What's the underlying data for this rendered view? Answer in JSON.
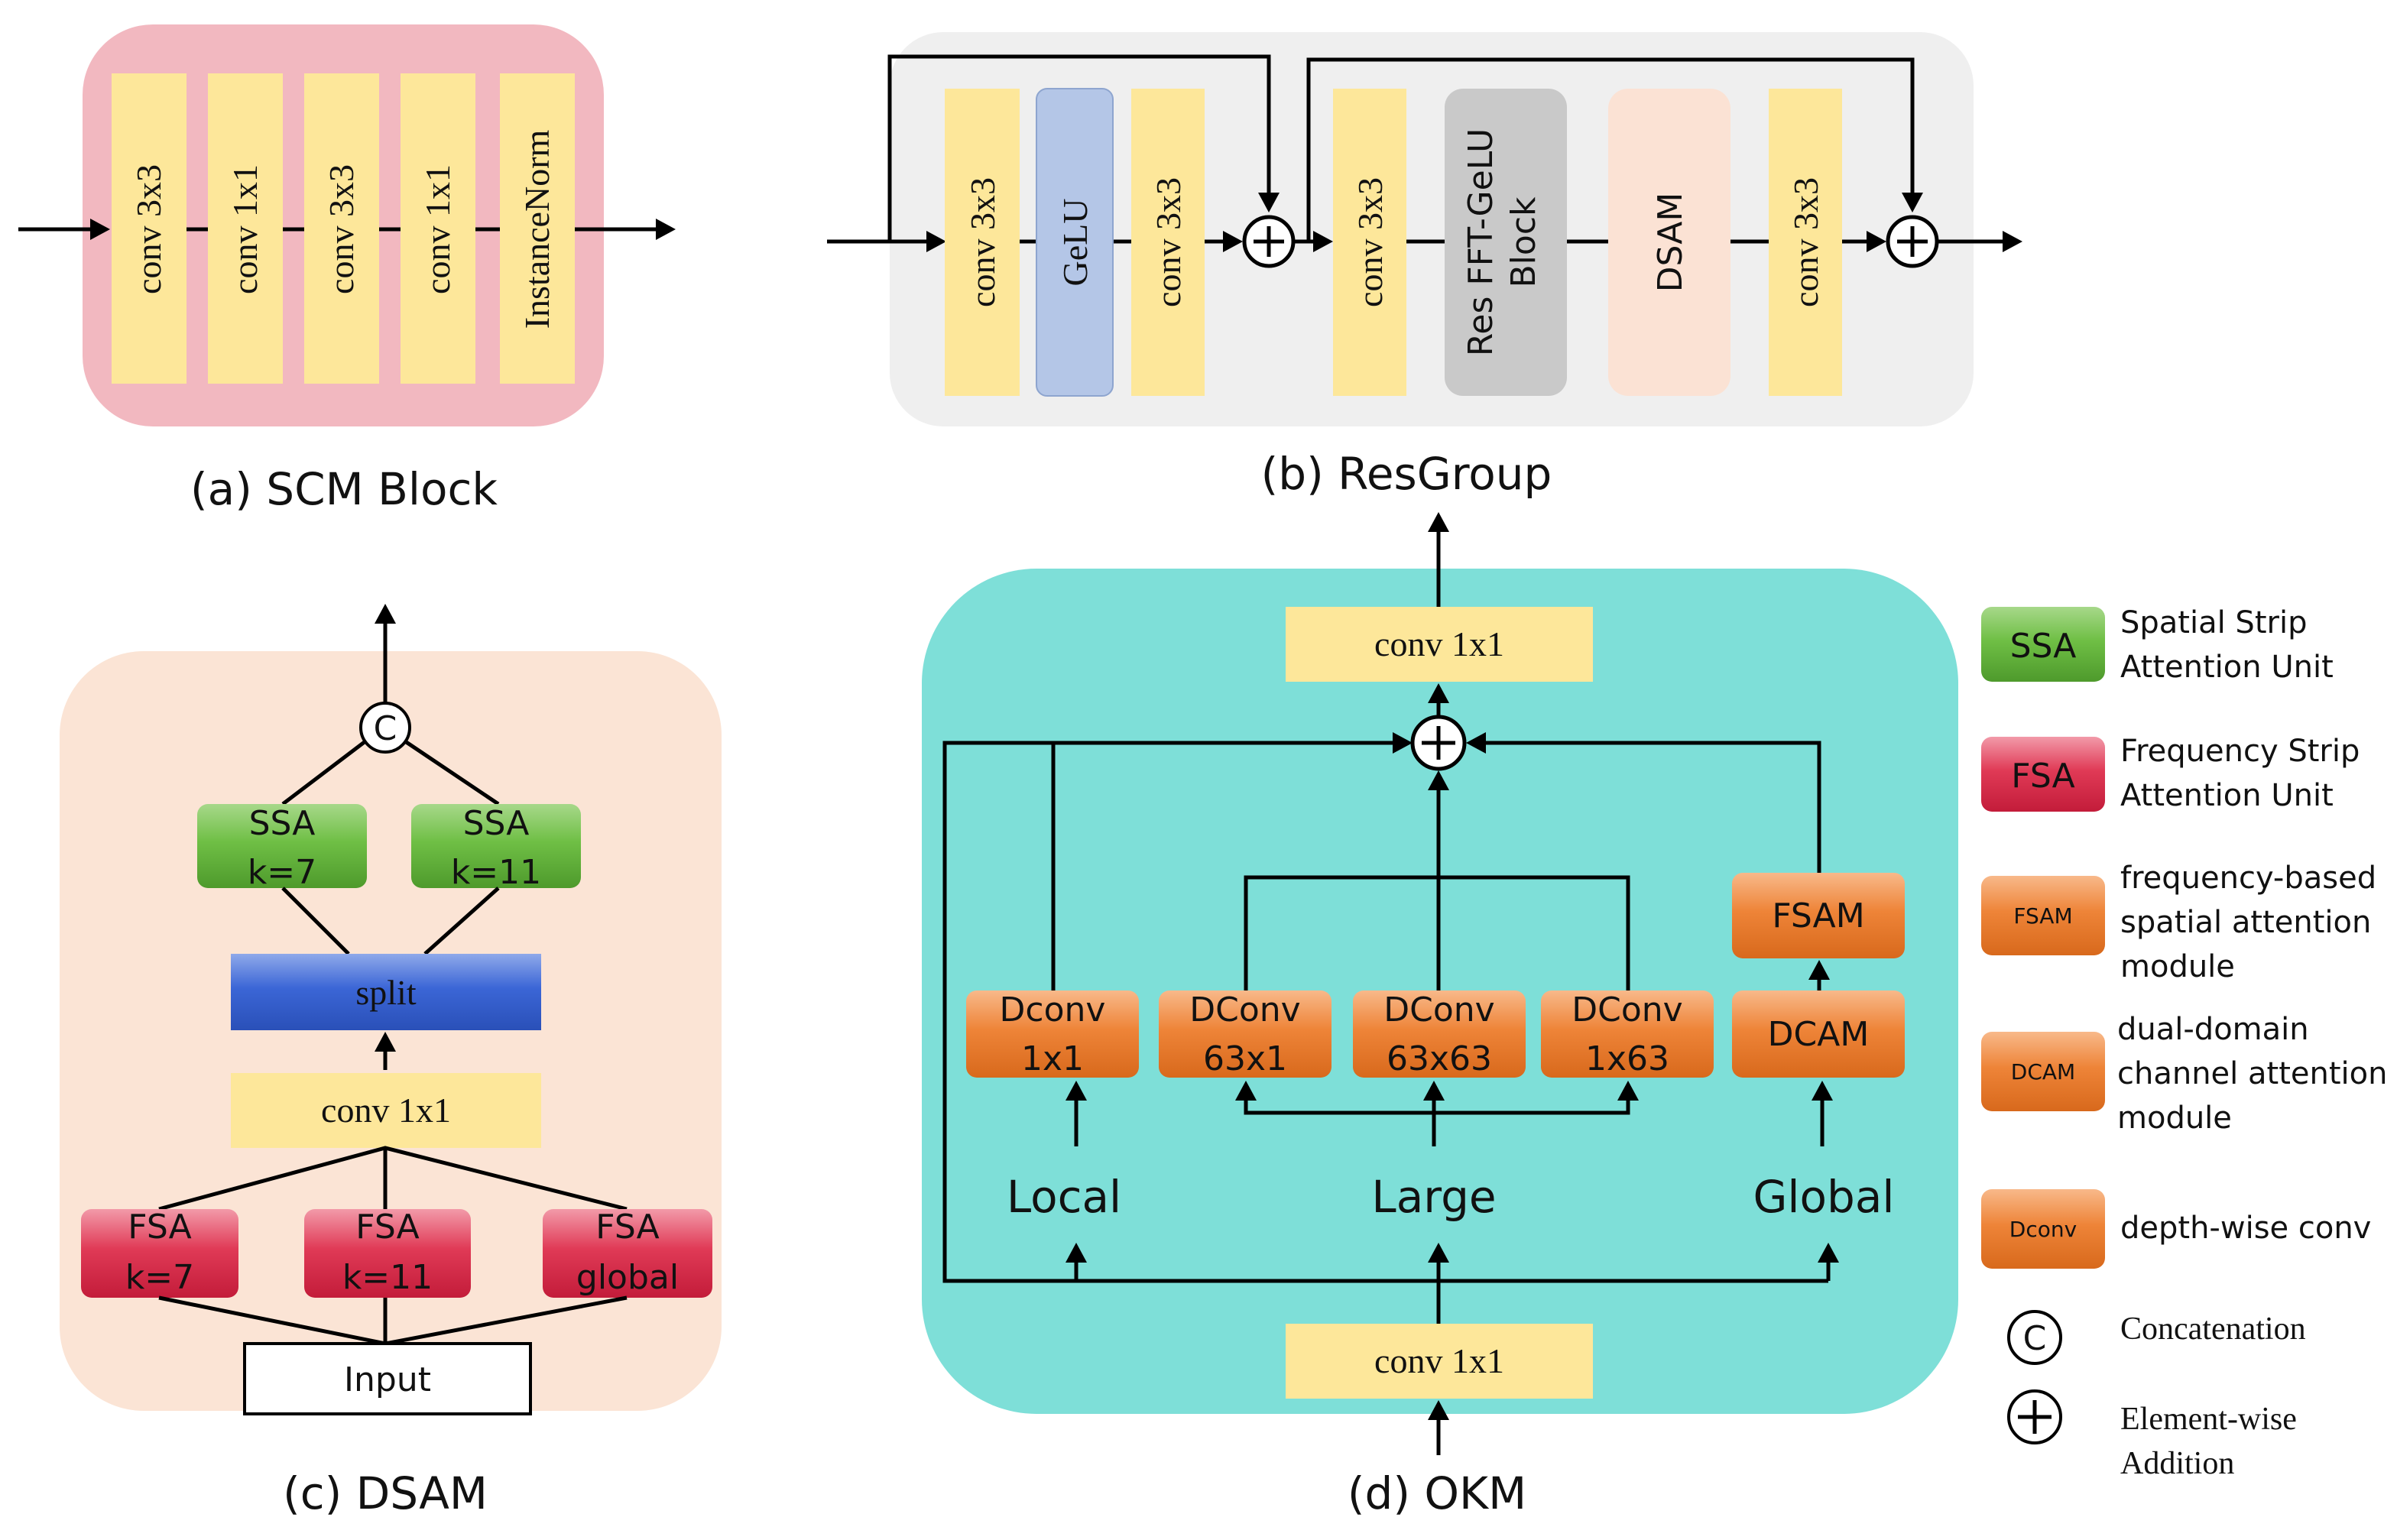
{
  "colors": {
    "yellow": "#fde79a",
    "pink_bg": "#f2b8c0",
    "gray_bg": "#efefef",
    "gelu": "#b4c6e7",
    "resfft": "#c9c9c9",
    "dsam_box": "#fbe2d4",
    "dsam_bg": "#fbe4d5",
    "okm_bg": "#7edfd8",
    "green": "#5eab3a",
    "red": "#d12a45",
    "orange": "#e8782a",
    "blue": "#2f5cc8"
  },
  "scm": {
    "caption": "(a) SCM Block",
    "layers": [
      "conv 3x3",
      "conv 1x1",
      "conv 3x3",
      "conv 1x1",
      "InstanceNorm"
    ]
  },
  "resgroup": {
    "caption": "(b) ResGroup",
    "first": [
      "conv 3x3",
      "GeLU",
      "conv 3x3"
    ],
    "second": {
      "conv_a": "conv 3x3",
      "resfft": [
        "Res FFT-GeLU",
        "Block"
      ],
      "dsam": "DSAM",
      "conv_b": "conv 3x3"
    }
  },
  "dsam": {
    "caption": "(c) DSAM",
    "concat_symbol": "C",
    "ssa": [
      {
        "name": "SSA",
        "k": "k=7"
      },
      {
        "name": "SSA",
        "k": "k=11"
      }
    ],
    "split": "split",
    "conv": "conv 1x1",
    "fsa": [
      {
        "name": "FSA",
        "k": "k=7"
      },
      {
        "name": "FSA",
        "k": "k=11"
      },
      {
        "name": "FSA",
        "k": "global"
      }
    ],
    "input": "Input"
  },
  "okm": {
    "caption": "(d) OKM",
    "conv_top": "conv 1x1",
    "conv_bottom": "conv 1x1",
    "plus_symbol": "+",
    "dconv_local": [
      "Dconv",
      "1x1"
    ],
    "dconv_large": [
      [
        "DConv",
        "63x1"
      ],
      [
        "DConv",
        "63x63"
      ],
      [
        "DConv",
        "1x63"
      ]
    ],
    "fsam": "FSAM",
    "dcam": "DCAM",
    "branches": [
      "Local",
      "Large",
      "Global"
    ]
  },
  "legend": [
    {
      "badge": "SSA",
      "text": [
        "Spatial Strip",
        "Attention Unit"
      ]
    },
    {
      "badge": "FSA",
      "text": [
        "Frequency Strip",
        "Attention Unit"
      ]
    },
    {
      "badge": "FSAM",
      "text": [
        "frequency-based",
        "spatial attention",
        "module"
      ]
    },
    {
      "badge": "DCAM",
      "text": [
        "dual-domain",
        "channel attention",
        "module"
      ]
    },
    {
      "badge": "Dconv",
      "text": [
        "depth-wise conv"
      ]
    },
    {
      "symbol": "C",
      "text": [
        "Concatenation"
      ]
    },
    {
      "symbol": "+",
      "text": [
        "Element-wise",
        "Addition"
      ]
    }
  ]
}
